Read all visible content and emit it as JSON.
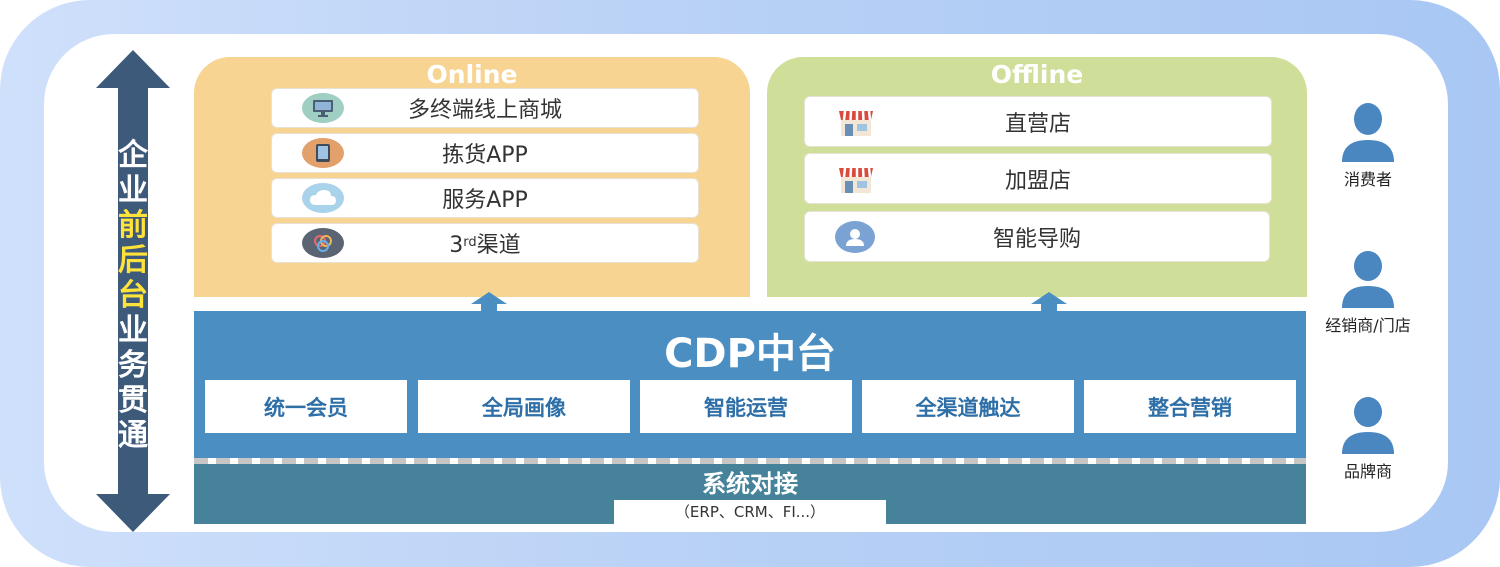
{
  "vertical_label": {
    "chars": [
      {
        "c": "企",
        "color": "white"
      },
      {
        "c": "业",
        "color": "white"
      },
      {
        "c": "前",
        "color": "yellow"
      },
      {
        "c": "后",
        "color": "yellow"
      },
      {
        "c": "台",
        "color": "yellow"
      },
      {
        "c": "业",
        "color": "white"
      },
      {
        "c": "务",
        "color": "white"
      },
      {
        "c": "贯",
        "color": "white"
      },
      {
        "c": "通",
        "color": "white"
      }
    ]
  },
  "online": {
    "title": "Online",
    "items": [
      {
        "label": "多终端线上商城",
        "icon": "monitor-icon"
      },
      {
        "label": "拣货APP",
        "icon": "tablet-icon"
      },
      {
        "label": "服务APP",
        "icon": "cloud-icon"
      },
      {
        "label_prefix": "3",
        "label_sup": "rd",
        "label_suffix": "渠道",
        "icon": "network-icon"
      }
    ]
  },
  "offline": {
    "title": "Offline",
    "items": [
      {
        "label": "直营店",
        "icon": "storefront-icon"
      },
      {
        "label": "加盟店",
        "icon": "storefront-icon"
      },
      {
        "label": "智能导购",
        "icon": "user-icon"
      }
    ]
  },
  "cdp": {
    "title": "CDP中台",
    "modules": [
      "统一会员",
      "全局画像",
      "智能运营",
      "全渠道触达",
      "整合营销"
    ]
  },
  "system": {
    "title": "系统对接",
    "subtitle": "（ERP、CRM、FI...）"
  },
  "roles": [
    "消费者",
    "经销商/门店",
    "品牌商"
  ],
  "colors": {
    "arrow": "#3d5a7a",
    "online_bg": "#f8d492",
    "offline_bg": "#cfdf9a",
    "cdp_bg": "#4b8fc2",
    "system_bg": "#46839b",
    "person": "#4a86c0"
  }
}
